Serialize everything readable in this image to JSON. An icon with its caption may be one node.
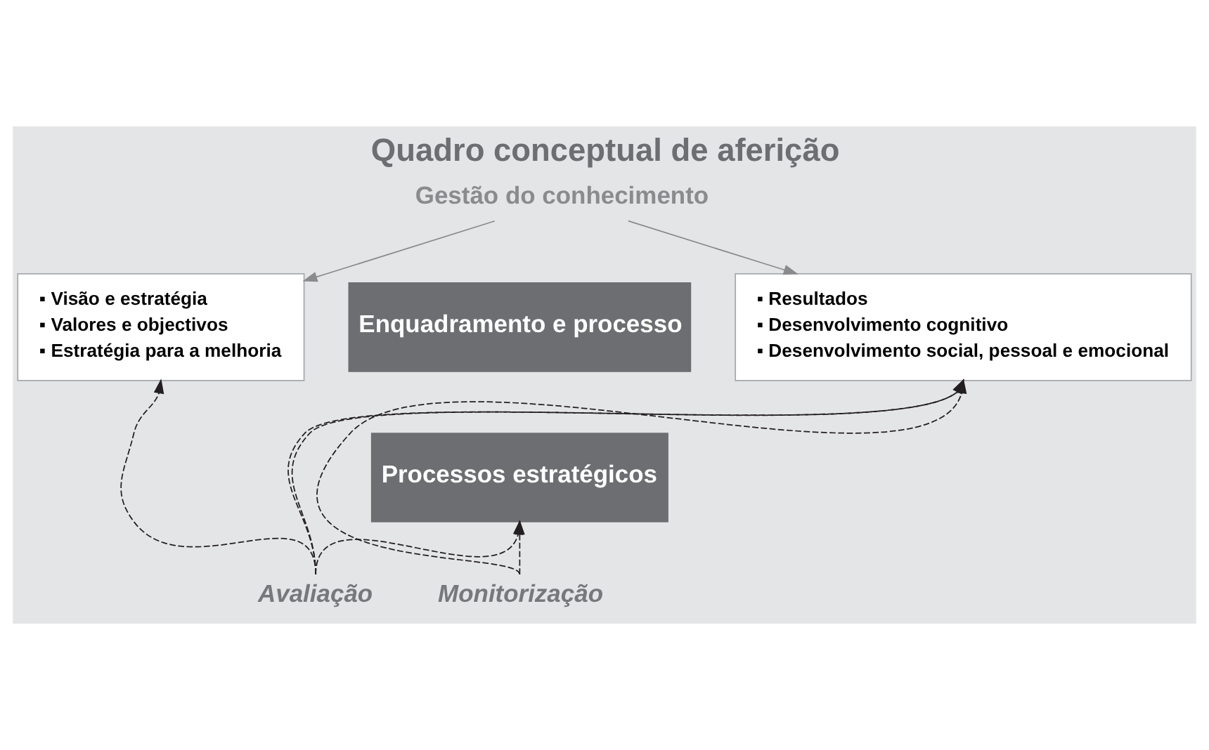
{
  "diagram": {
    "title": "Quadro conceptual de aferição",
    "nodes": [
      {
        "text": [
          "Gestão do conhecimento"
        ]
      },
      {
        "text": [
          "▪ Visão e estratégia",
          "▪ Valores e objectivos",
          "▪ Estratégia para a melhoria"
        ]
      },
      {
        "text": [
          "Enquadramento e processo"
        ]
      },
      {
        "text": [
          "Processos estratégicos"
        ]
      },
      {
        "text": [
          "▪ Resultados",
          "▪ Desenvolvimento cognitivo",
          "▪ Desenvolvimento social, pessoal e emocional"
        ]
      },
      {
        "text": [
          "Avaliação"
        ]
      },
      {
        "text": [
          "Monitorização"
        ]
      }
    ],
    "edges": [
      {
        "from": 0,
        "to": 1,
        "arrow": "to",
        "color": "#8a8b8d"
      },
      {
        "from": 0,
        "to": 4,
        "arrow": "to",
        "color": "#8a8b8d"
      },
      {
        "from": 5,
        "to": 1,
        "arrow": "to",
        "style": "dashed"
      },
      {
        "from": 5,
        "to": 3,
        "arrow": "to",
        "style": "dashed"
      },
      {
        "from": 5,
        "to": 4,
        "arrow": "to",
        "style": "dashed"
      },
      {
        "from": 5,
        "to": 4,
        "arrow": "to",
        "style": "dashed"
      },
      {
        "from": 6,
        "to": 3,
        "arrow": "to",
        "style": "dashed"
      },
      {
        "from": 6,
        "to": 4,
        "arrow": "to",
        "style": "dashed"
      }
    ]
  }
}
